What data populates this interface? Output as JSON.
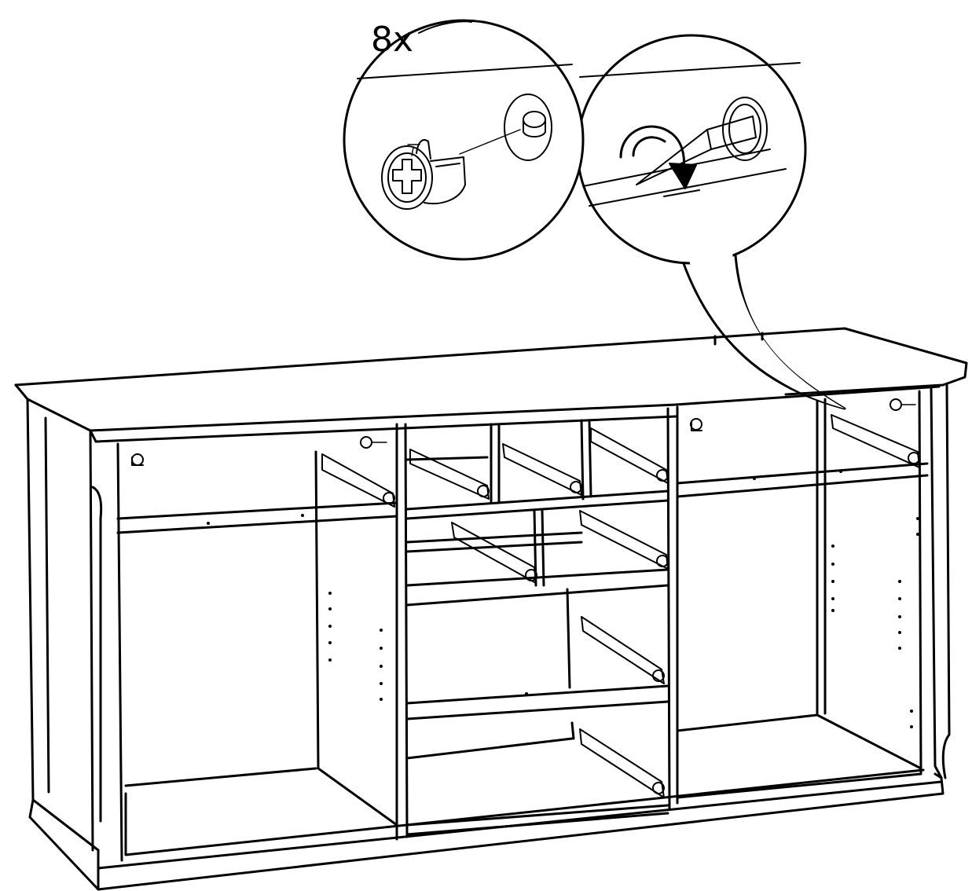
{
  "step": {
    "quantity_label": "8x"
  },
  "parts": {
    "cam_lock": {
      "icon": "cam-lock-fitting-icon",
      "count": 8
    },
    "tool": {
      "icon": "flat-screwdriver-icon"
    },
    "action": {
      "icon": "turn-clockwise-arrow-icon",
      "direction": "clockwise"
    }
  }
}
